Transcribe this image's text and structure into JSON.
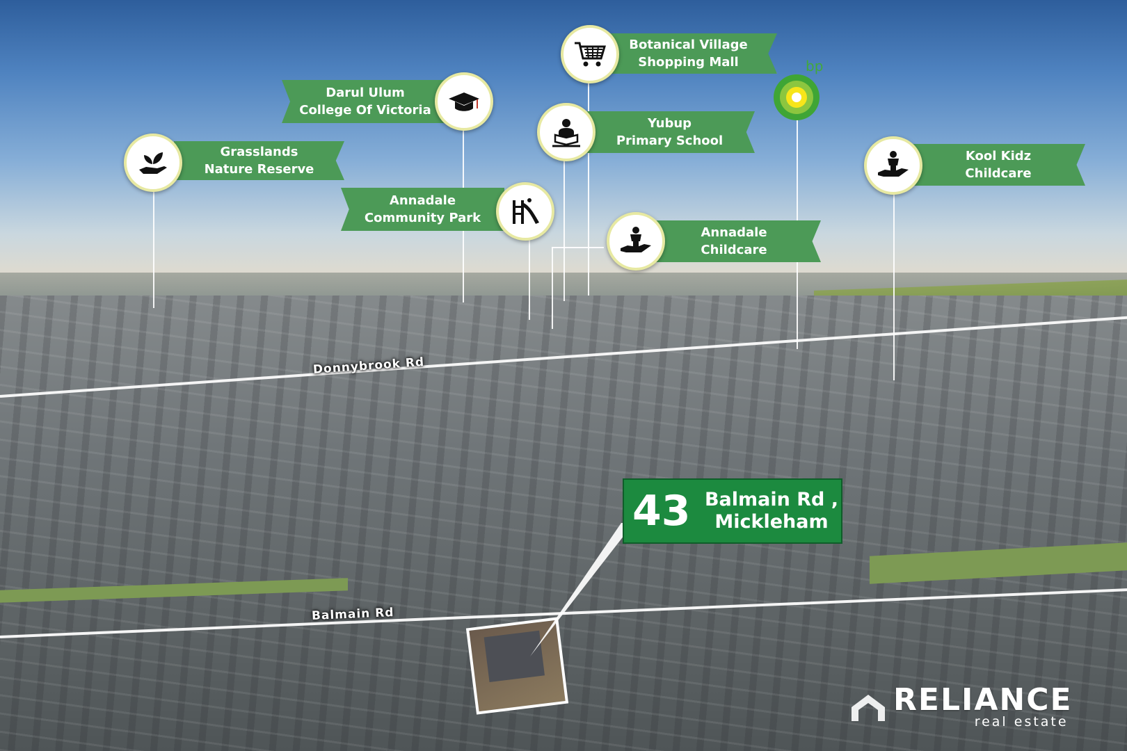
{
  "address": {
    "number": "43",
    "street": "Balmain Rd ,",
    "suburb": "Mickleham"
  },
  "roads": {
    "donnybrook": "Donnybrook Rd",
    "balmain": "Balmain Rd"
  },
  "pois": [
    {
      "line1": "Grasslands",
      "line2": "Nature Reserve",
      "icon": "nature-reserve-icon"
    },
    {
      "line1": "Darul Ulum",
      "line2": "College Of Victoria",
      "icon": "graduation-cap-icon"
    },
    {
      "line1": "Annadale",
      "line2": "Community Park",
      "icon": "playground-slide-icon"
    },
    {
      "line1": "Botanical Village",
      "line2": "Shopping Mall",
      "icon": "shopping-cart-icon"
    },
    {
      "line1": "Yubup",
      "line2": "Primary School",
      "icon": "student-reading-icon"
    },
    {
      "line1": "Annadale",
      "line2": "Childcare",
      "icon": "childcare-hand-icon"
    },
    {
      "line1": "Kool Kidz",
      "line2": "Childcare",
      "icon": "childcare-hand-icon"
    }
  ],
  "bp": {
    "label": "bp"
  },
  "brand": {
    "name": "RELIANCE",
    "tagline": "real estate"
  },
  "colors": {
    "banner_green": "#4c9a57",
    "address_green": "#1c8a3f",
    "bp_green": "#42a83c",
    "bp_yellow": "#f7e51a"
  }
}
